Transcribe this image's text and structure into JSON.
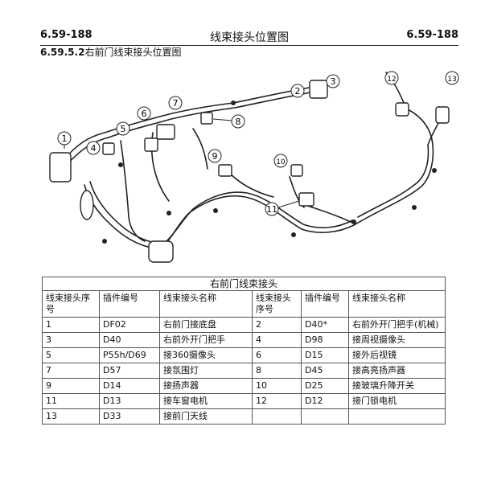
{
  "header": {
    "page_left": "6.59-188",
    "title": "线束接头位置图",
    "page_right": "6.59-188"
  },
  "section": {
    "number": "6.59.5.2",
    "title": "右前门线束接头位置图"
  },
  "diagram": {
    "callouts": [
      "1",
      "2",
      "3",
      "4",
      "5",
      "6",
      "7",
      "8",
      "9",
      "10",
      "11",
      "12",
      "13"
    ]
  },
  "table": {
    "caption": "右前门线束接头",
    "headers": [
      "线束接头序号",
      "插件编号",
      "线束接头名称",
      "线束接头序号",
      "插件编号",
      "线束接头名称"
    ],
    "rows": [
      [
        "1",
        "DF02",
        "右前门接底盘",
        "2",
        "D40*",
        "右前外开门把手(机械)"
      ],
      [
        "3",
        "D40",
        "右前外开门把手",
        "4",
        "D98",
        "接周视摄像头"
      ],
      [
        "5",
        "P55h/D69",
        "接360摄像头",
        "6",
        "D15",
        "接外后视镜"
      ],
      [
        "7",
        "D57",
        "接氛围灯",
        "8",
        "D45",
        "接高亮扬声器"
      ],
      [
        "9",
        "D14",
        "接扬声器",
        "10",
        "D25",
        "接玻璃升降开关"
      ],
      [
        "11",
        "D13",
        "接车窗电机",
        "12",
        "D12",
        "接门锁电机"
      ],
      [
        "13",
        "D33",
        "接前门天线",
        "",
        "",
        " "
      ]
    ]
  }
}
